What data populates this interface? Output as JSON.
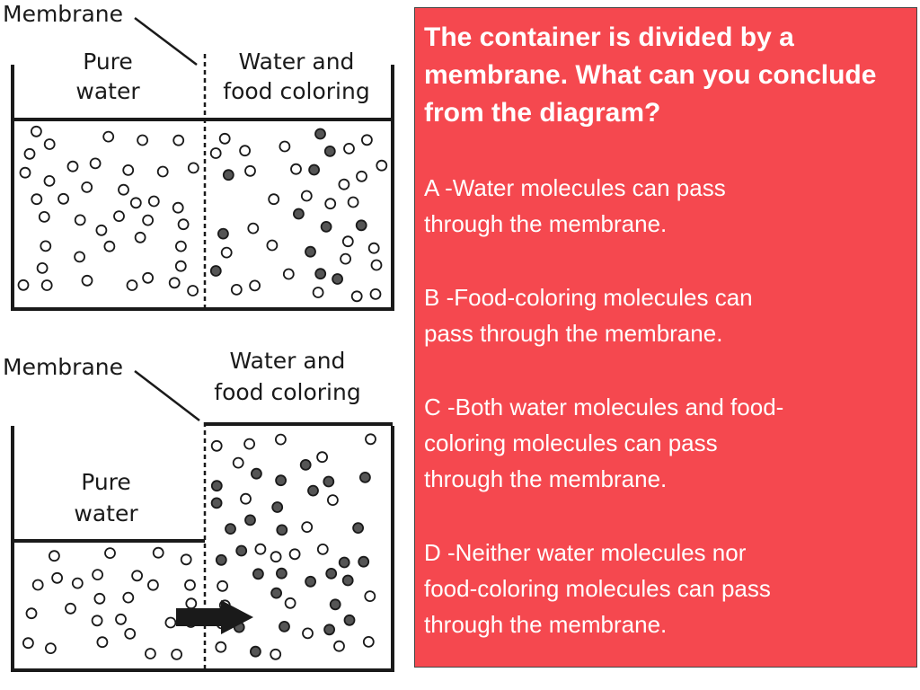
{
  "diagram": {
    "top": {
      "membrane_label": "Membrane",
      "left_label_line1": "Pure",
      "left_label_line2": "water",
      "right_label_line1": "Water and",
      "right_label_line2": "food coloring"
    },
    "bottom": {
      "membrane_label": "Membrane",
      "left_label_line1": "Pure",
      "left_label_line2": "water",
      "right_label_line1": "Water and",
      "right_label_line2": "food coloring"
    },
    "colors": {
      "line": "#1a1a1a",
      "food_molecule": "#555555",
      "water_molecule": "#ffffff"
    }
  },
  "panel": {
    "background": "#f5484f",
    "question": "The container is divided by a membrane. What can you conclude from the diagram?",
    "options": [
      {
        "line1": "A -Water molecules can pass",
        "line2": "through the membrane."
      },
      {
        "line1": "B -Food-coloring molecules can",
        "line2": "pass through the membrane."
      },
      {
        "line1": "C -Both water molecules and food-",
        "line2": "coloring molecules can pass",
        "line3": "through the membrane."
      },
      {
        "line1": "D -Neither water molecules nor",
        "line2": "food-coloring molecules can pass",
        "line3": "through the membrane."
      }
    ]
  }
}
